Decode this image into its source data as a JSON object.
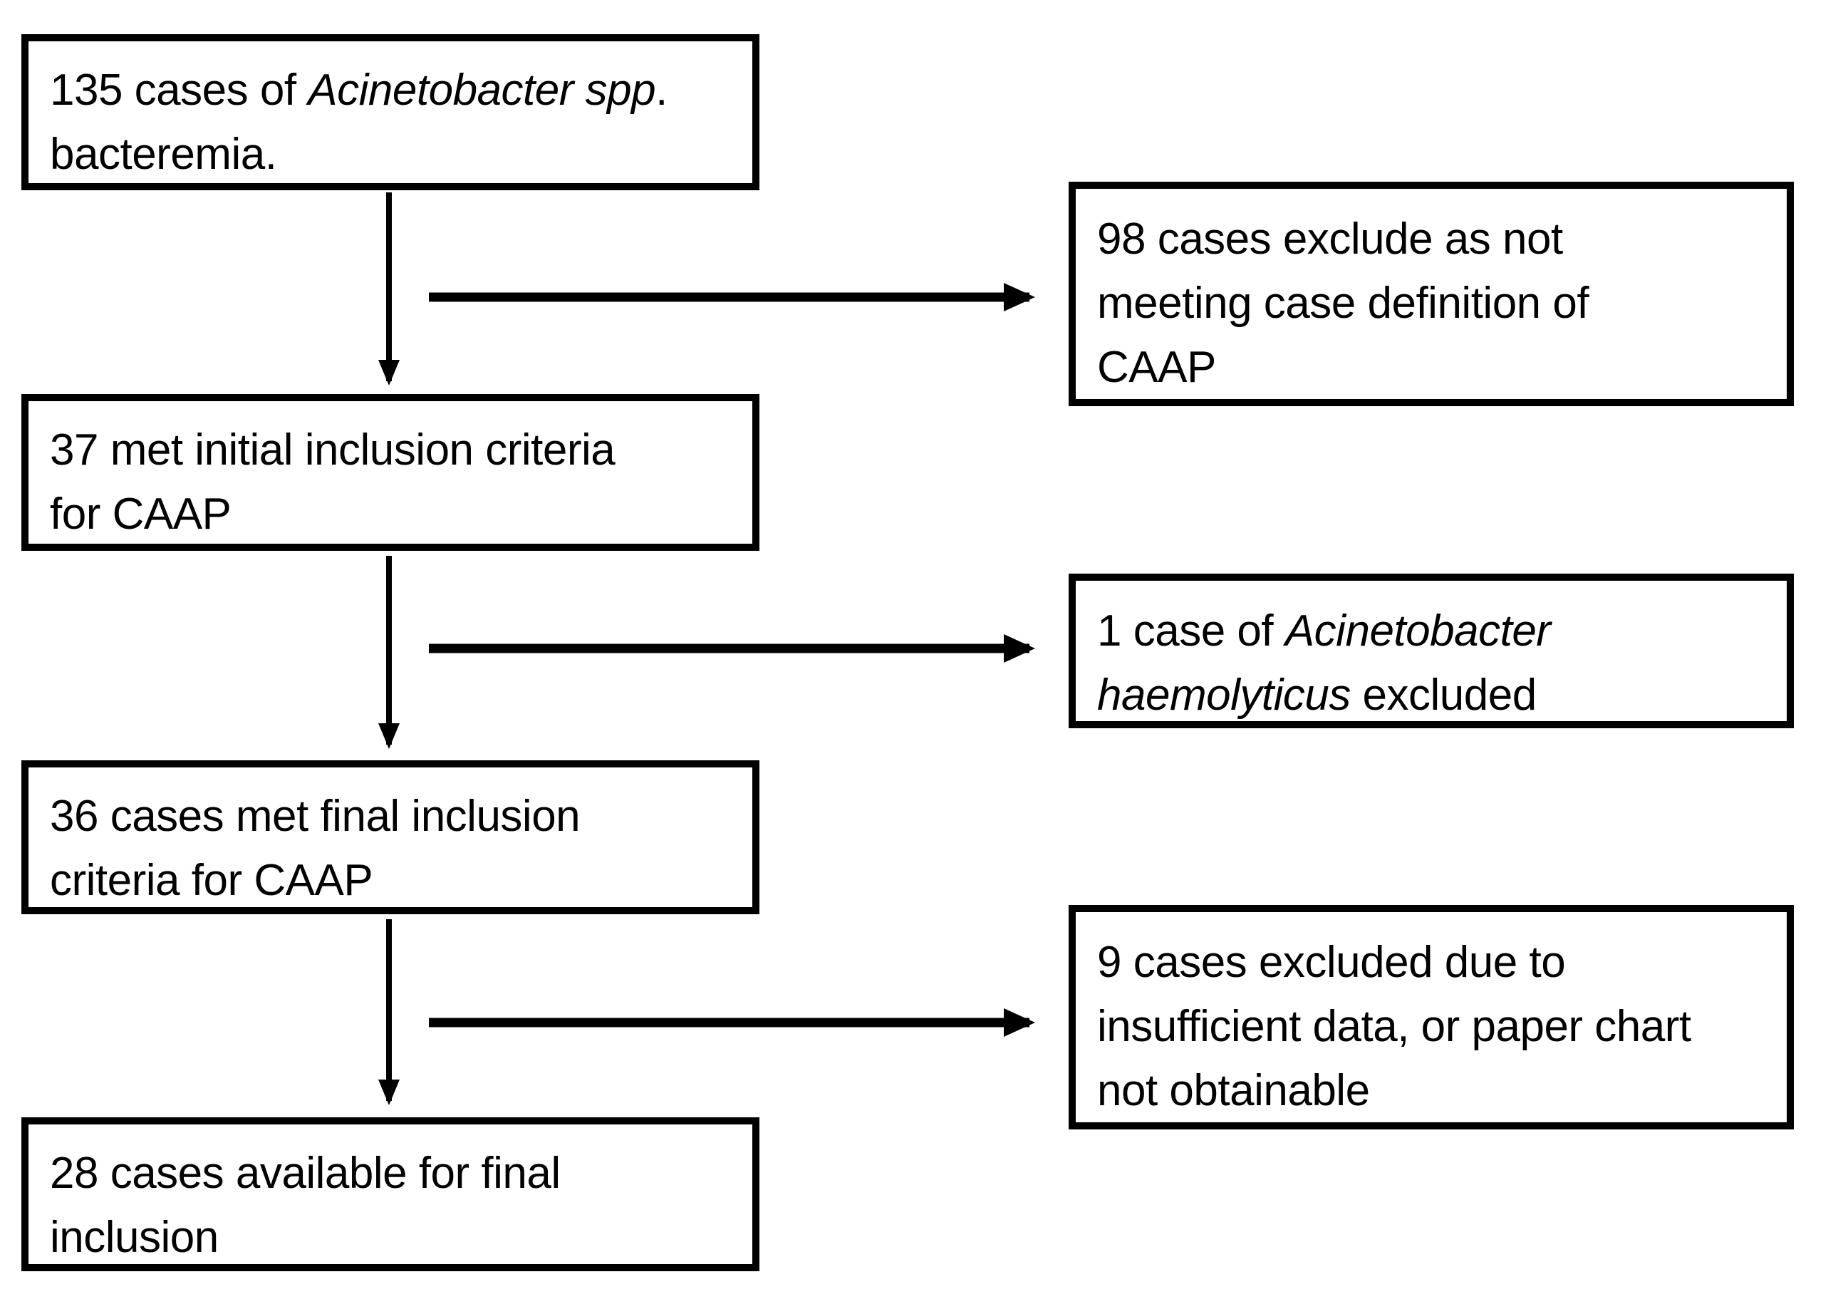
{
  "figure": {
    "type": "study-flow-diagram",
    "background_color": "#ffffff",
    "box_border_color": "#000000",
    "text_color": "#000000",
    "arrow_color": "#000000"
  },
  "boxes": [
    {
      "id": "total-cases",
      "text": "135 cases of Acinetobacter spp. bacteremia.",
      "lines": [
        [
          {
            "t": "135 cases of "
          },
          {
            "t": "Acinetobacter spp",
            "i": true
          },
          {
            "t": "."
          }
        ],
        [
          {
            "t": "bacteremia."
          }
        ]
      ]
    },
    {
      "id": "excluded-not-caap",
      "text": "98 cases exclude as not meeting case definition of CAAP",
      "lines": [
        [
          {
            "t": "98 cases exclude as not"
          }
        ],
        [
          {
            "t": "meeting case definition of"
          }
        ],
        [
          {
            "t": "CAAP"
          }
        ]
      ]
    },
    {
      "id": "initial-inclusion",
      "text": "37 met initial inclusion criteria for CAAP",
      "lines": [
        [
          {
            "t": "37 met initial inclusion criteria"
          }
        ],
        [
          {
            "t": "for CAAP"
          }
        ]
      ]
    },
    {
      "id": "excluded-haemolyticus",
      "text": "1 case of Acinetobacter haemolyticus excluded",
      "lines": [
        [
          {
            "t": "1 case of "
          },
          {
            "t": "Acinetobacter",
            "i": true
          }
        ],
        [
          {
            "t": "haemolyticus",
            "i": true
          },
          {
            "t": " excluded"
          }
        ]
      ]
    },
    {
      "id": "final-inclusion",
      "text": "36 cases met final inclusion criteria for CAAP",
      "lines": [
        [
          {
            "t": "36 cases met final inclusion"
          }
        ],
        [
          {
            "t": "criteria for CAAP"
          }
        ]
      ]
    },
    {
      "id": "excluded-insufficient-data",
      "text": "9 cases excluded due to insufficient data, or paper chart not obtainable",
      "lines": [
        [
          {
            "t": "9 cases excluded due to"
          }
        ],
        [
          {
            "t": "insufficient data, or paper chart"
          }
        ],
        [
          {
            "t": "not obtainable"
          }
        ]
      ]
    },
    {
      "id": "final-available",
      "text": "28 cases available for final inclusion",
      "lines": [
        [
          {
            "t": "28 cases available for final"
          }
        ],
        [
          {
            "t": "inclusion"
          }
        ]
      ]
    }
  ],
  "arrows": [
    {
      "from": "total-cases",
      "to": "initial-inclusion",
      "direction": "down"
    },
    {
      "from": "total-cases",
      "to": "excluded-not-caap",
      "direction": "right"
    },
    {
      "from": "initial-inclusion",
      "to": "final-inclusion",
      "direction": "down"
    },
    {
      "from": "initial-inclusion",
      "to": "excluded-haemolyticus",
      "direction": "right"
    },
    {
      "from": "final-inclusion",
      "to": "final-available",
      "direction": "down"
    },
    {
      "from": "final-inclusion",
      "to": "excluded-insufficient-data",
      "direction": "right"
    }
  ]
}
